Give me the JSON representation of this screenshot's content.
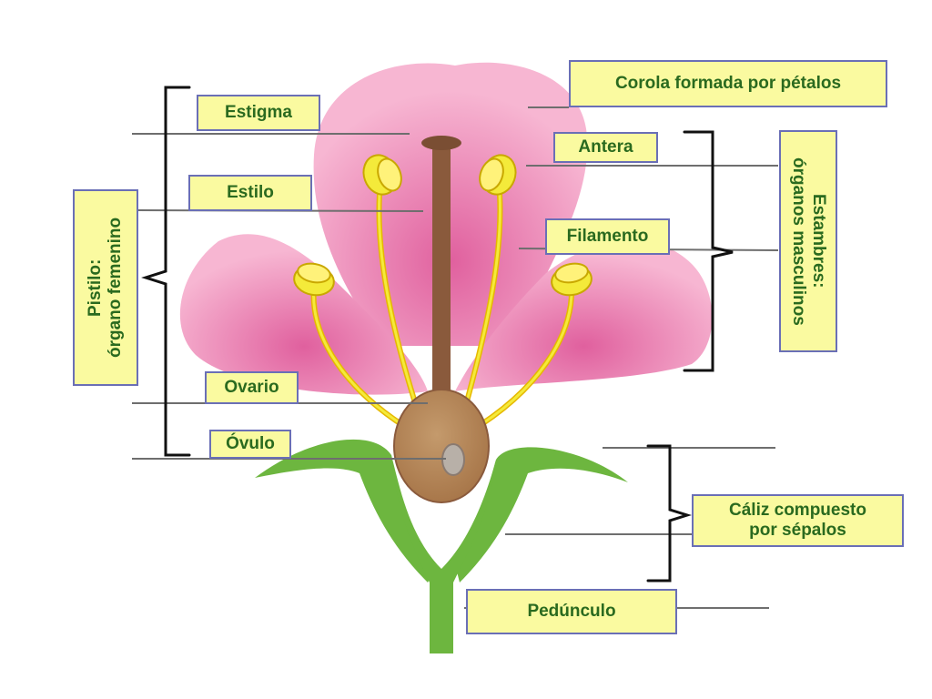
{
  "labels": {
    "corola": "Corola formada por pétalos",
    "estigma": "Estigma",
    "antera": "Antera",
    "estilo": "Estilo",
    "filamento": "Filamento",
    "ovario": "Ovario",
    "ovulo": "Óvulo",
    "caliz_line1": "Cáliz compuesto",
    "caliz_line2": "por sépalos",
    "pedunculo": "Pedúnculo",
    "pistilo_line1": "Pistilo:",
    "pistilo_line2": "órgano femenino",
    "estambres_line1": "Estambres:",
    "estambres_line2": "órganos masculinos"
  },
  "colors": {
    "petal": "#ef8fb8",
    "petal_edge": "#f3a6c8",
    "stem": "#6db63f",
    "style": "#8a5a3c",
    "ovary": "#b08256",
    "anther": "#f4ea3a",
    "label_bg": "#fafaa0",
    "label_border": "#6a6fb6",
    "label_text": "#2a6a1f"
  }
}
